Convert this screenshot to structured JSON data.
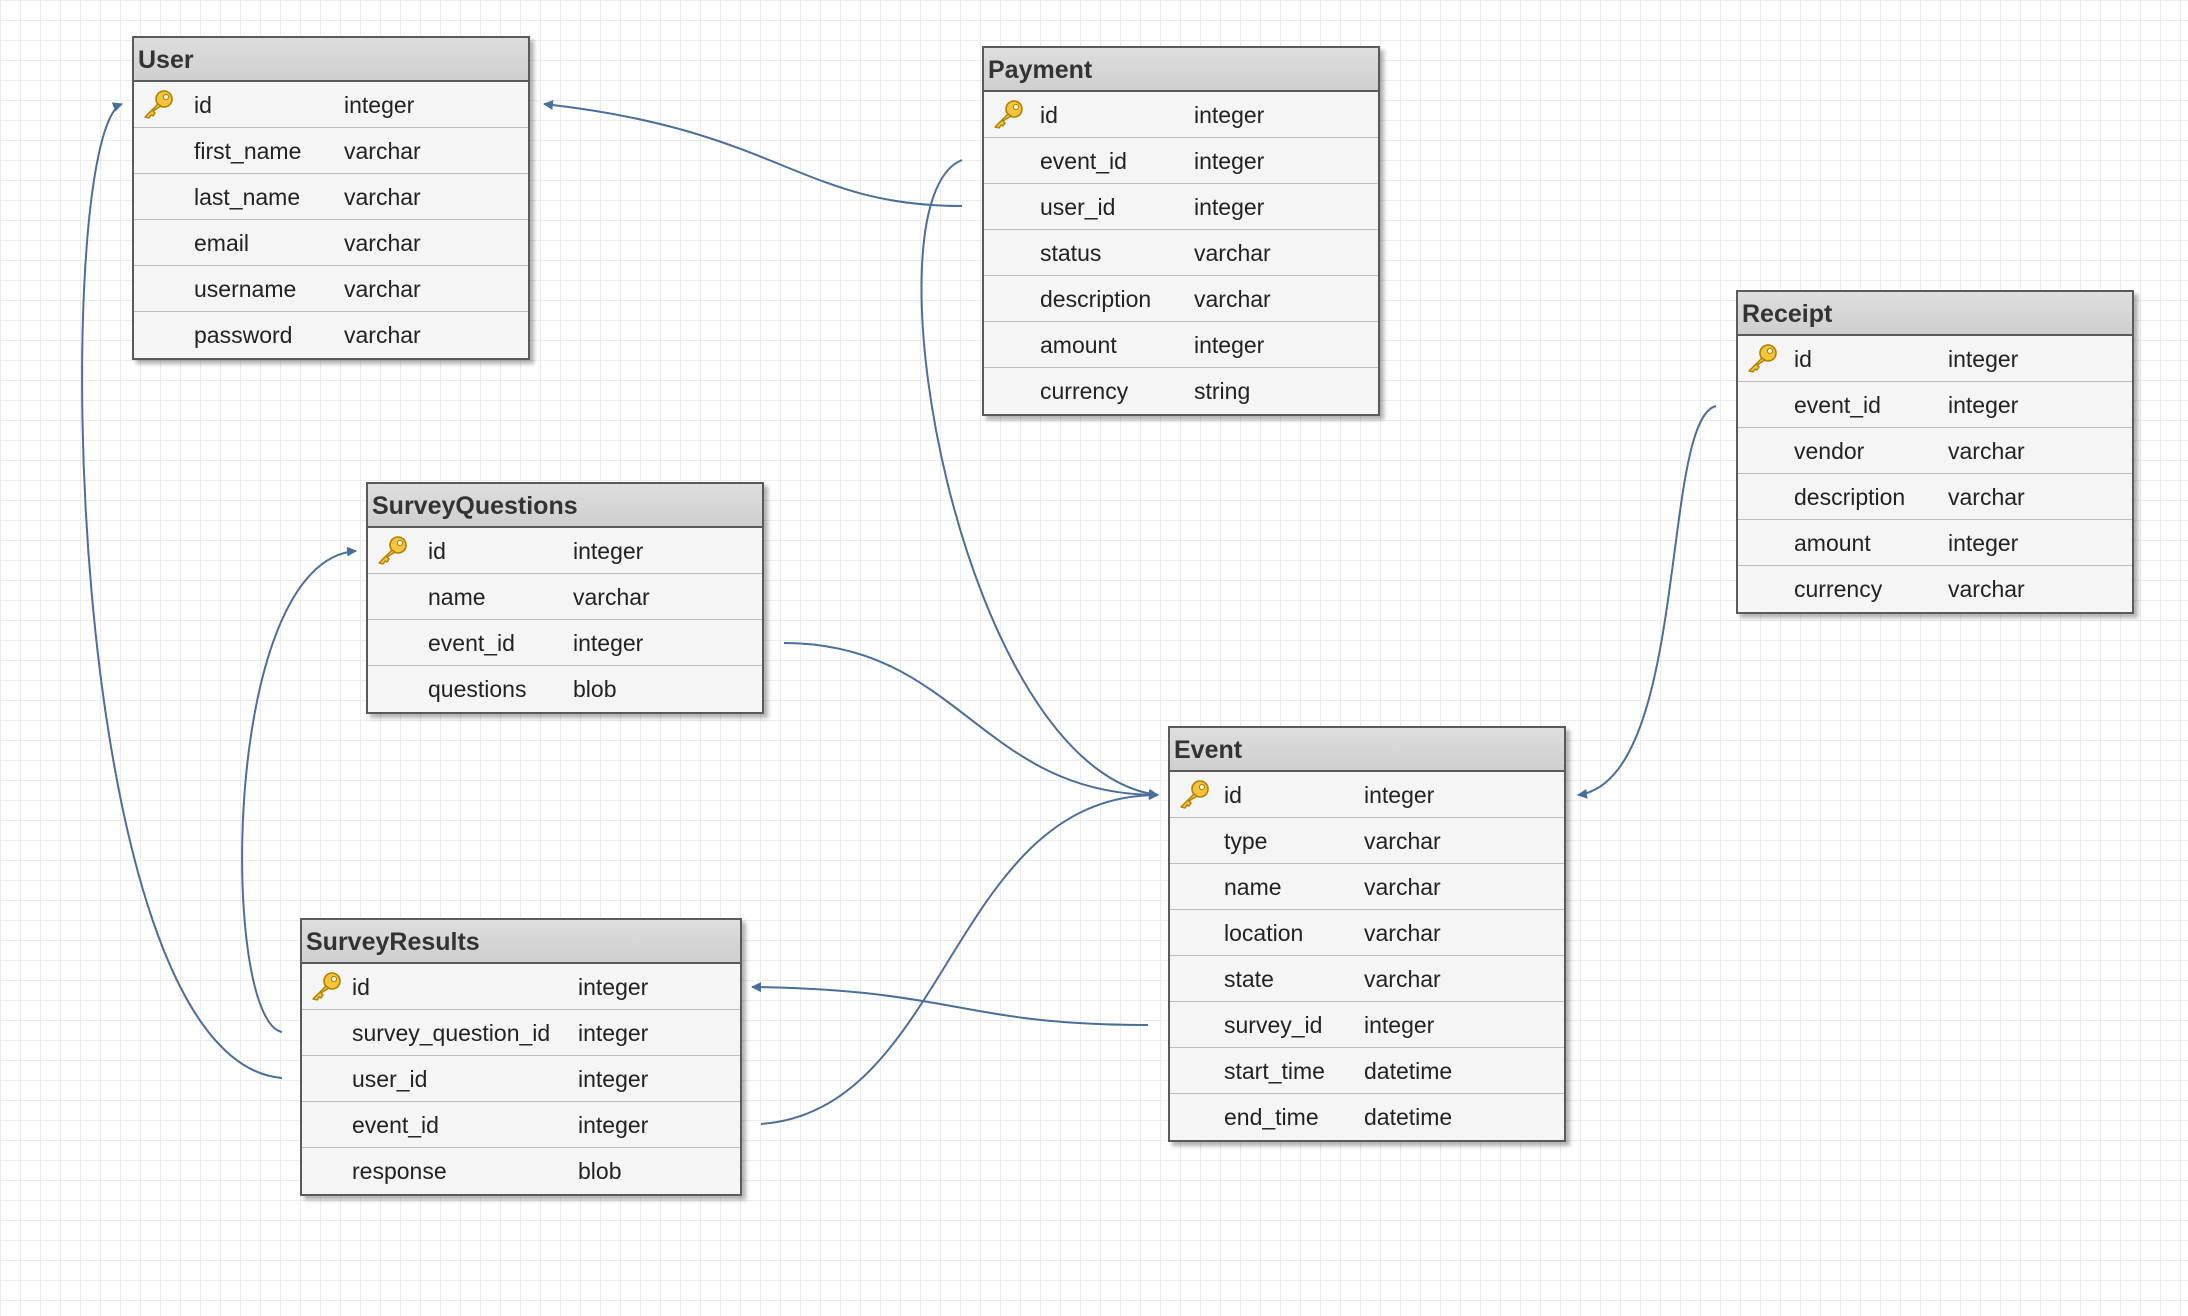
{
  "colors": {
    "connector": "#4a6f9c",
    "key_icon": "#e0a800",
    "header_bg": "#d6d6d6",
    "row_bg": "#f5f5f5"
  },
  "tables": [
    {
      "id": "user",
      "name": "User",
      "fields": [
        {
          "name": "id",
          "type": "integer",
          "pk": true
        },
        {
          "name": "first_name",
          "type": "varchar"
        },
        {
          "name": "last_name",
          "type": "varchar"
        },
        {
          "name": "email",
          "type": "varchar"
        },
        {
          "name": "username",
          "type": "varchar"
        },
        {
          "name": "password",
          "type": "varchar"
        }
      ]
    },
    {
      "id": "payment",
      "name": "Payment",
      "fields": [
        {
          "name": "id",
          "type": "integer",
          "pk": true
        },
        {
          "name": "event_id",
          "type": "integer"
        },
        {
          "name": "user_id",
          "type": "integer"
        },
        {
          "name": "status",
          "type": "varchar"
        },
        {
          "name": "description",
          "type": "varchar"
        },
        {
          "name": "amount",
          "type": "integer"
        },
        {
          "name": "currency",
          "type": "string"
        }
      ]
    },
    {
      "id": "receipt",
      "name": "Receipt",
      "fields": [
        {
          "name": "id",
          "type": "integer",
          "pk": true
        },
        {
          "name": "event_id",
          "type": "integer"
        },
        {
          "name": "vendor",
          "type": "varchar"
        },
        {
          "name": "description",
          "type": "varchar"
        },
        {
          "name": "amount",
          "type": "integer"
        },
        {
          "name": "currency",
          "type": "varchar"
        }
      ]
    },
    {
      "id": "surveyquestions",
      "name": "SurveyQuestions",
      "fields": [
        {
          "name": "id",
          "type": "integer",
          "pk": true
        },
        {
          "name": "name",
          "type": "varchar"
        },
        {
          "name": "event_id",
          "type": "integer"
        },
        {
          "name": "questions",
          "type": "blob"
        }
      ]
    },
    {
      "id": "surveyresults",
      "name": "SurveyResults",
      "fields": [
        {
          "name": "id",
          "type": "integer",
          "pk": true
        },
        {
          "name": "survey_question_id",
          "type": "integer"
        },
        {
          "name": "user_id",
          "type": "integer"
        },
        {
          "name": "event_id",
          "type": "integer"
        },
        {
          "name": "response",
          "type": "blob"
        }
      ]
    },
    {
      "id": "event",
      "name": "Event",
      "fields": [
        {
          "name": "id",
          "type": "integer",
          "pk": true
        },
        {
          "name": "type",
          "type": "varchar"
        },
        {
          "name": "name",
          "type": "varchar"
        },
        {
          "name": "location",
          "type": "varchar"
        },
        {
          "name": "state",
          "type": "varchar"
        },
        {
          "name": "survey_id",
          "type": "integer"
        },
        {
          "name": "start_time",
          "type": "datetime"
        },
        {
          "name": "end_time",
          "type": "datetime"
        }
      ]
    }
  ],
  "relations": [
    {
      "from": "payment.user_id",
      "to": "user.id"
    },
    {
      "from": "payment.event_id",
      "to": "event.id"
    },
    {
      "from": "receipt.event_id",
      "to": "event.id"
    },
    {
      "from": "surveyquestions.event_id",
      "to": "event.id"
    },
    {
      "from": "surveyresults.event_id",
      "to": "event.id"
    },
    {
      "from": "surveyresults.survey_question_id",
      "to": "surveyquestions.id"
    },
    {
      "from": "surveyresults.user_id",
      "to": "user.id"
    },
    {
      "from": "event.survey_id",
      "to": "surveyresults.id"
    }
  ]
}
